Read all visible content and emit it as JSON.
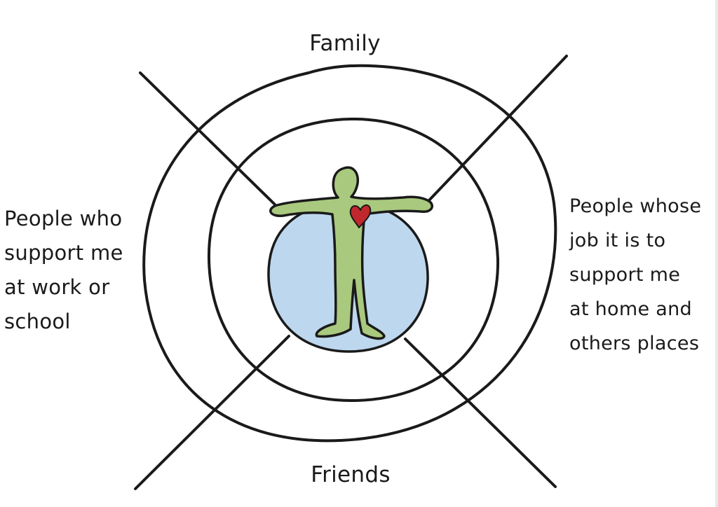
{
  "diagram": {
    "labels": {
      "top": "Family",
      "bottom": "Friends",
      "left": "People who\nsupport me\nat work or\nschool",
      "right": "People whose\njob it is to\nsupport me\nat home and\nothers places"
    },
    "colors": {
      "stroke": "#1a1a1a",
      "center_circle": "#bdd7ee",
      "figure": "#a9c97e",
      "heart": "#c0282d"
    },
    "icons": {
      "center_figure": "person-icon",
      "heart": "heart-icon"
    }
  }
}
